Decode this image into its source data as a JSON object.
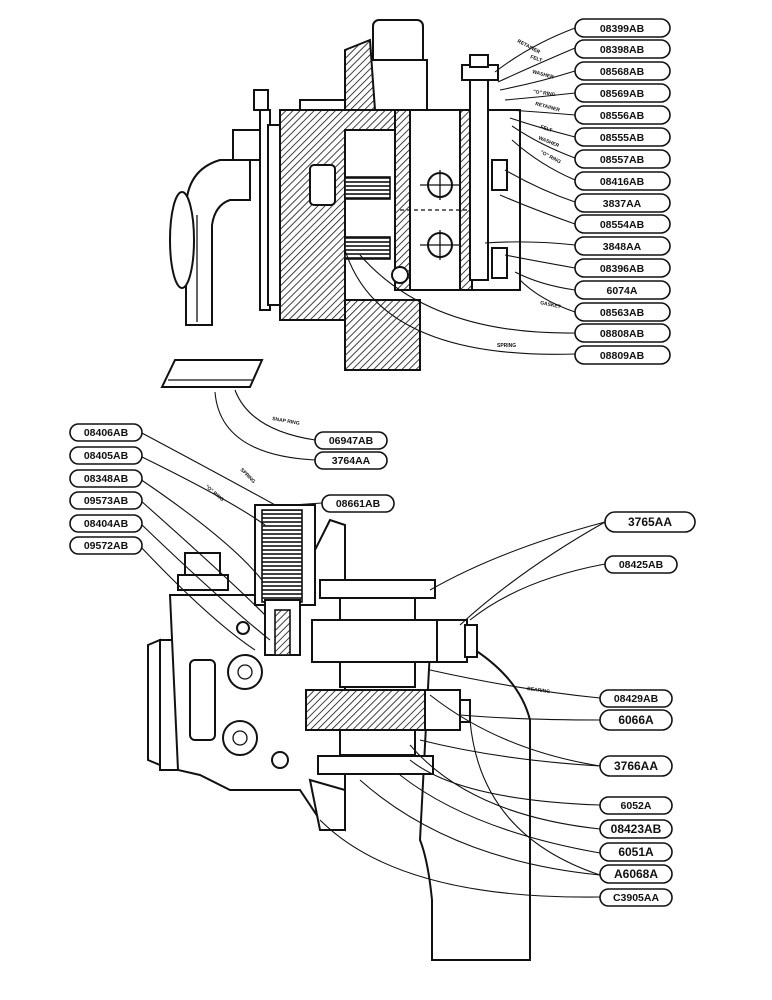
{
  "top_view": {
    "part_numbers": [
      "08399AB",
      "08398AB",
      "08568AB",
      "08569AB",
      "08556AB",
      "08555AB",
      "08557AB",
      "08416AB",
      "3837AA",
      "08554AB",
      "3848AA",
      "08396AB",
      "6074A",
      "08563AB",
      "08808AB",
      "08809AB"
    ],
    "callouts": [
      "RETAINER",
      "FELT",
      "WASHER",
      "\"O\" RING",
      "RETAINER",
      "FELT",
      "WASHER",
      "\"O\" RING",
      "GASKET",
      "SPRING"
    ]
  },
  "snap_ring_view": {
    "part_numbers": [
      "06947AB",
      "3764AA"
    ],
    "callout": "SNAP RING"
  },
  "bottom_view": {
    "left_part_numbers": [
      "08406AB",
      "08405AB",
      "08348AB",
      "09573AB",
      "08404AB",
      "09572AB"
    ],
    "top_part_number": "08661AB",
    "right_part_numbers": [
      "3765AA",
      "08425AB",
      "08429AB",
      "6066A",
      "3766AA",
      "6052A",
      "08423AB",
      "6051A",
      "A6068A",
      "C3905AA"
    ],
    "callouts": [
      "SPRING",
      "\"O\" RING",
      "BEARING"
    ]
  }
}
